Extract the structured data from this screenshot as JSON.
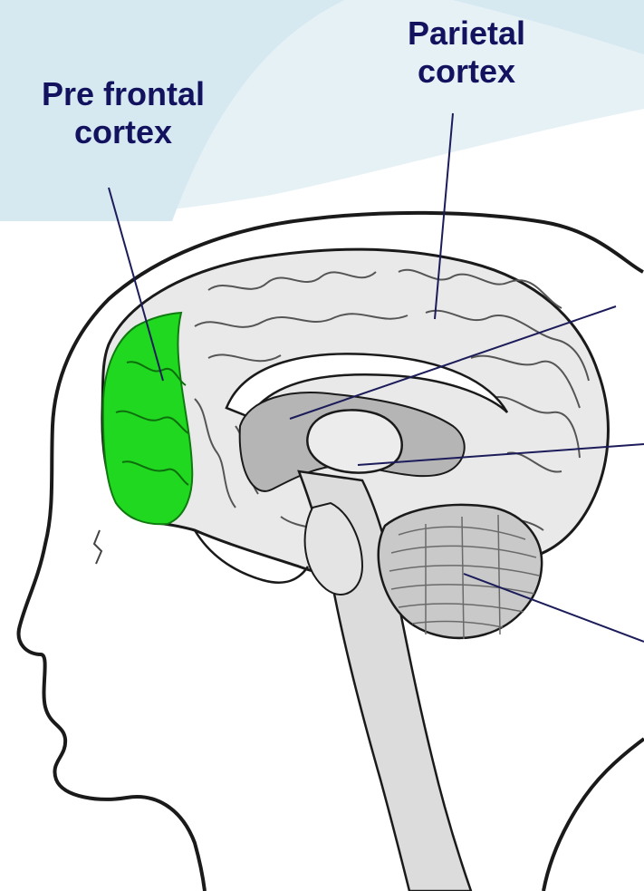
{
  "labels": {
    "prefrontal": {
      "line1": "Pre frontal",
      "line2": "cortex"
    },
    "parietal": {
      "line1": "Parietal",
      "line2": "cortex"
    }
  },
  "colors": {
    "background_band": "#d6e8f0",
    "background_band_light": "#e6f1f6",
    "label_text": "#12125e",
    "leader_line": "#1c1c5a",
    "highlight_prefrontal": "#1fd81f",
    "brain_fill": "#e9e9e9",
    "deep_structure_fill": "#b5b5b5",
    "outline": "#1a1a1a"
  },
  "icons": {
    "head": "head-profile-icon",
    "brain": "brain-sagittal-icon"
  }
}
